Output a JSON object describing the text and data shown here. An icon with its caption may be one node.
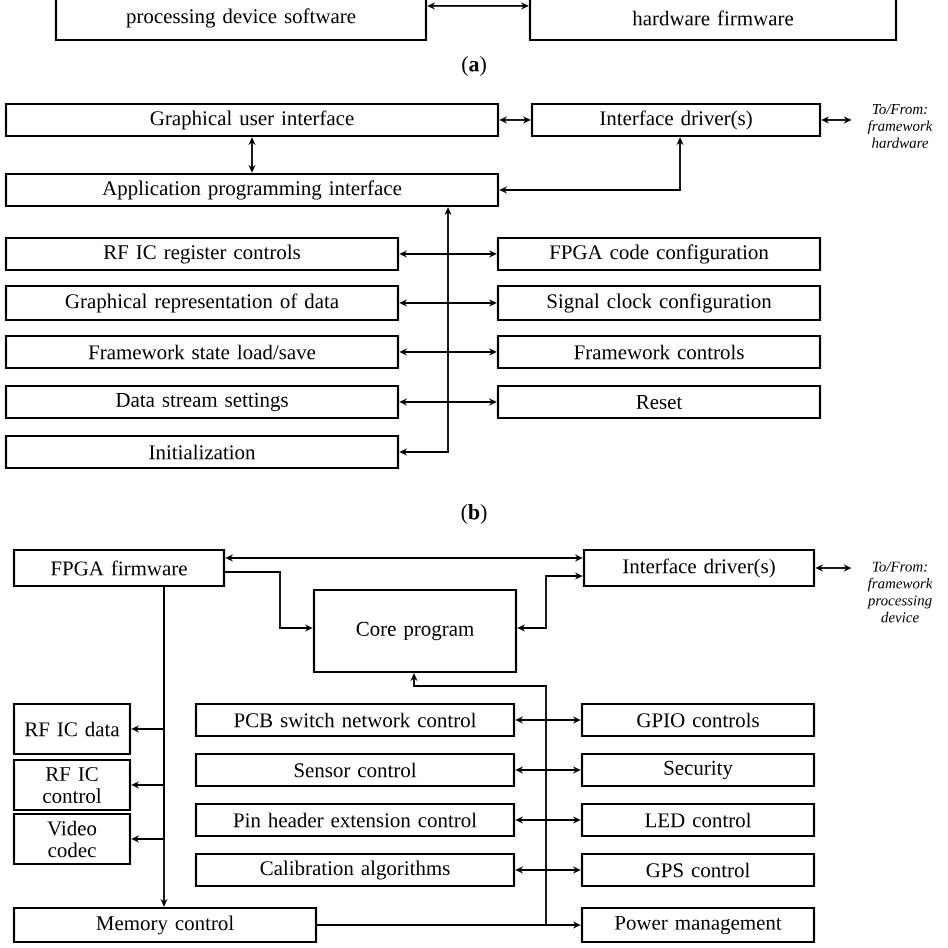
{
  "diagram": {
    "nodes": [
      {
        "text": [
          "processing device software"
        ]
      },
      {
        "text": [
          "hardware firmware"
        ]
      },
      {
        "text": [
          "Graphical user interface"
        ]
      },
      {
        "text": [
          "Interface driver(s)"
        ]
      },
      {
        "text": [
          "To/From: framework hardware"
        ]
      },
      {
        "text": [
          "Application programming interface"
        ]
      },
      {
        "text": [
          "RF IC register controls"
        ]
      },
      {
        "text": [
          "FPGA code configuration"
        ]
      },
      {
        "text": [
          "Graphical representation of data"
        ]
      },
      {
        "text": [
          "Signal clock configuration"
        ]
      },
      {
        "text": [
          "Framework state load/save"
        ]
      },
      {
        "text": [
          "Framework controls"
        ]
      },
      {
        "text": [
          "Data stream settings"
        ]
      },
      {
        "text": [
          "Reset"
        ]
      },
      {
        "text": [
          "Initialization"
        ]
      },
      {
        "text": [
          "FPGA firmware"
        ]
      },
      {
        "text": [
          "Interface driver(s)"
        ]
      },
      {
        "text": [
          "To/From: framework processing device"
        ]
      },
      {
        "text": [
          "Core program"
        ]
      },
      {
        "text": [
          "RF IC data"
        ]
      },
      {
        "text": [
          "PCB switch network control"
        ]
      },
      {
        "text": [
          "GPIO controls"
        ]
      },
      {
        "text": [
          "RF IC control"
        ]
      },
      {
        "text": [
          "Sensor control"
        ]
      },
      {
        "text": [
          "Security"
        ]
      },
      {
        "text": [
          "Video codec"
        ]
      },
      {
        "text": [
          "Pin header extension control"
        ]
      },
      {
        "text": [
          "LED control"
        ]
      },
      {
        "text": [
          "Calibration algorithms"
        ]
      },
      {
        "text": [
          "GPS control"
        ]
      },
      {
        "text": [
          "Memory control"
        ]
      },
      {
        "text": [
          "Power management"
        ]
      }
    ],
    "edges": [
      {
        "from": 0,
        "to": 1,
        "arrow": "both"
      },
      {
        "from": 2,
        "to": 3,
        "arrow": "both"
      },
      {
        "from": 3,
        "to": 4,
        "arrow": "both"
      },
      {
        "from": 2,
        "to": 5,
        "arrow": "both"
      },
      {
        "from": 5,
        "to": 3,
        "arrow": "both"
      },
      {
        "from": 6,
        "to": 7,
        "arrow": "both"
      },
      {
        "from": 8,
        "to": 9,
        "arrow": "both"
      },
      {
        "from": 10,
        "to": 11,
        "arrow": "both"
      },
      {
        "from": 12,
        "to": 13,
        "arrow": "both"
      },
      {
        "from": 14,
        "to": 5,
        "arrow": "both"
      },
      {
        "from": 15,
        "to": 16,
        "arrow": "both"
      },
      {
        "from": 16,
        "to": 17,
        "arrow": "both"
      },
      {
        "from": 15,
        "to": 18,
        "arrow": "to"
      },
      {
        "from": 16,
        "to": 18,
        "arrow": "both"
      },
      {
        "from": 20,
        "to": 21,
        "arrow": "both"
      },
      {
        "from": 23,
        "to": 24,
        "arrow": "both"
      },
      {
        "from": 26,
        "to": 27,
        "arrow": "both"
      },
      {
        "from": 28,
        "to": 29,
        "arrow": "both"
      },
      {
        "from": 15,
        "to": 19,
        "arrow": "to"
      },
      {
        "from": 15,
        "to": 22,
        "arrow": "to"
      },
      {
        "from": 15,
        "to": 25,
        "arrow": "to"
      },
      {
        "from": 15,
        "to": 30,
        "arrow": "to"
      },
      {
        "from": 30,
        "to": 31,
        "arrow": "to"
      },
      {
        "from": 30,
        "to": 18,
        "arrow": "to"
      }
    ],
    "labels": [
      "(**a**)",
      "(**b**)"
    ]
  }
}
